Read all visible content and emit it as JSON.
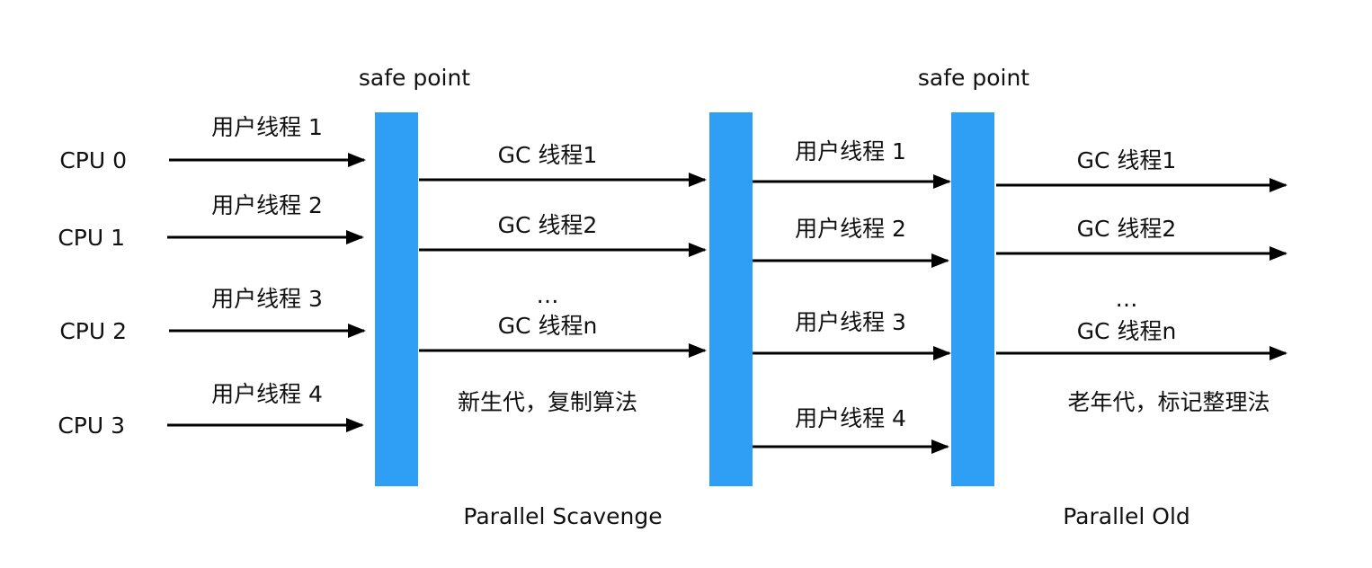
{
  "colors": {
    "bar": "#2E9FF5",
    "arrow": "#000000",
    "text": "#111111"
  },
  "cpus": [
    "CPU 0",
    "CPU 1",
    "CPU 2",
    "CPU 3"
  ],
  "safe_point_label": "safe point",
  "phase1": {
    "user_threads": [
      "用户线程 1",
      "用户线程 2",
      "用户线程 3",
      "用户线程 4"
    ],
    "gc_threads": [
      "GC 线程1",
      "GC 线程2",
      "…",
      "GC 线程n"
    ],
    "note": "新生代，复制算法",
    "collector": "Parallel Scavenge"
  },
  "phase2": {
    "user_threads": [
      "用户线程 1",
      "用户线程 2",
      "用户线程 3",
      "用户线程 4"
    ],
    "gc_threads": [
      "GC 线程1",
      "GC 线程2",
      "…",
      "GC 线程n"
    ],
    "note": "老年代，标记整理法",
    "collector": "Parallel Old"
  }
}
